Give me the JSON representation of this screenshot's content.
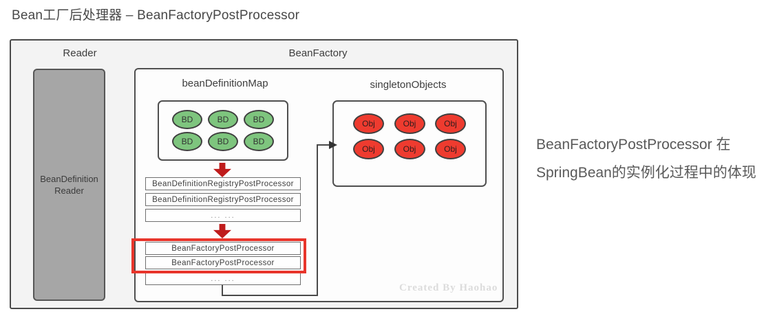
{
  "page_title": "Bean工厂后处理器 – BeanFactoryPostProcessor",
  "diagram": {
    "reader": {
      "label": "Reader",
      "box_label": "BeanDefinitionReader"
    },
    "bean_factory": {
      "label": "BeanFactory",
      "bean_definition_map": {
        "label": "beanDefinitionMap",
        "items": [
          "BD",
          "BD",
          "BD",
          "BD",
          "BD",
          "BD"
        ]
      },
      "singleton_objects": {
        "label": "singletonObjects",
        "items": [
          "Obj",
          "Obj",
          "Obj",
          "Obj",
          "Obj",
          "Obj"
        ]
      },
      "registry_processor_list": [
        "BeanDefinitionRegistryPostProcessor",
        "BeanDefinitionRegistryPostProcessor",
        "... ..."
      ],
      "factory_processor_list": [
        "BeanFactoryPostProcessor",
        "BeanFactoryPostProcessor",
        "... ..."
      ],
      "watermark": "Created By Haohao"
    }
  },
  "annotation": {
    "line1": "BeanFactoryPostProcessor 在",
    "line2": "SpringBean的实例化过程中的体现"
  },
  "colors": {
    "frame_bg": "#f3f3f3",
    "border_dark": "#4a4a4a",
    "reader_box_fill": "#a6a6a6",
    "bd_oval_fill": "#7ec57e",
    "obj_oval_fill": "#ee3b2f",
    "block_arrow_red": "#bf1c1c",
    "highlight_red": "#e8352b",
    "watermark_gray": "#dcdcdc"
  }
}
